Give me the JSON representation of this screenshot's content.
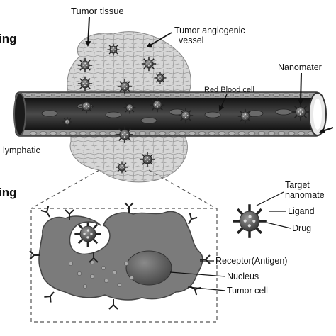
{
  "labels": {
    "tumor_tissue": "Tumor tissue",
    "angiogenic_line1": "Tumor angiogenic",
    "angiogenic_line2": "vessel",
    "nanomaterial_top": "Nanomater",
    "red_blood_cell": "Red Blood cell",
    "lymphatic": "lymphatic",
    "target_line1": "Target",
    "target_line2": "nanomate",
    "ligand": "Ligand",
    "drug": "Drug",
    "receptor": "Receptor(Antigen)",
    "nucleus": "Nucleus",
    "tumor_cell": "Tumor cell",
    "section_top": "ing",
    "section_bottom": "ing"
  },
  "colors": {
    "vessel_dark": "#2a2a2a",
    "vessel_wall": "#8c8c8c",
    "tumor_fill": "#d2d2d2",
    "cell_fill": "#7a7a7a",
    "nucleus_fill": "#5f5f5f",
    "nano_fill": "#555555"
  }
}
